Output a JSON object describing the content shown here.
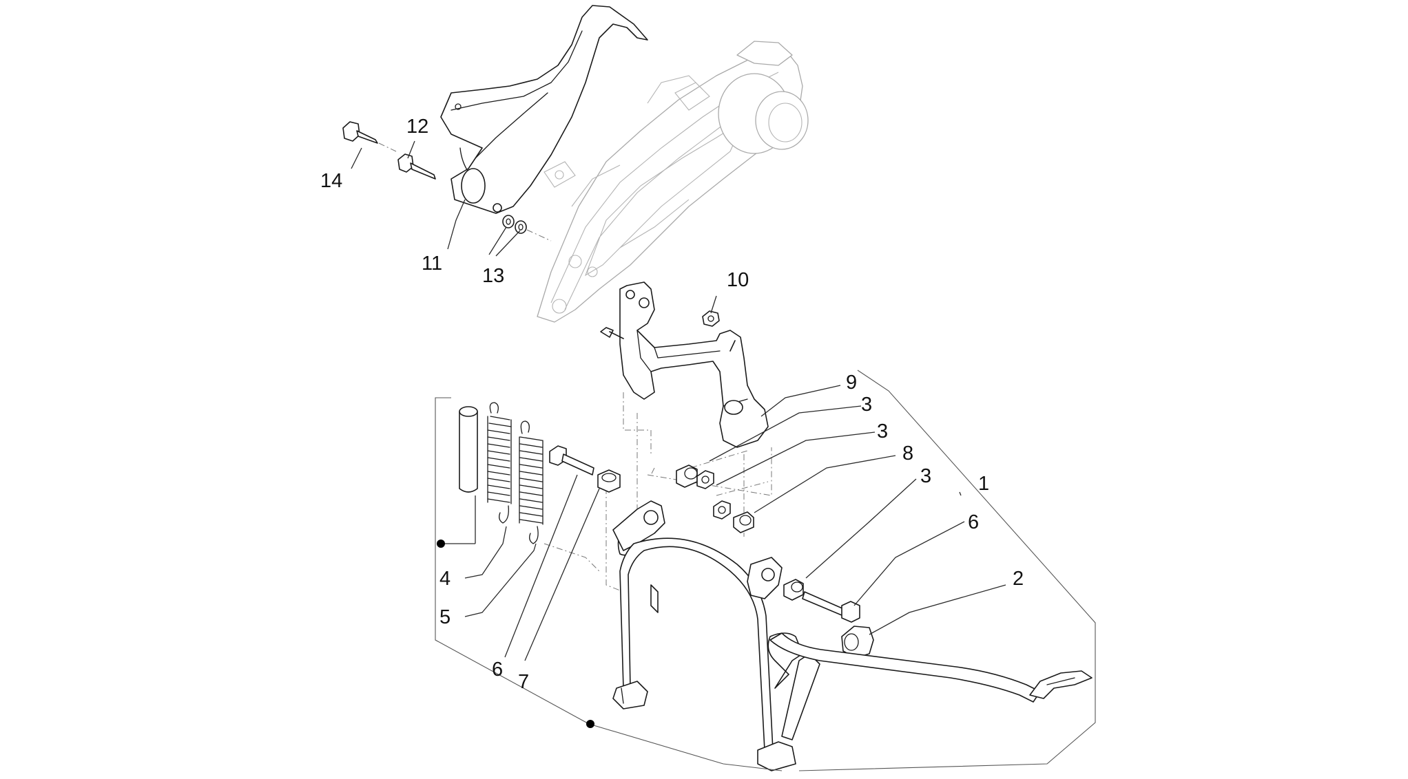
{
  "diagram": {
    "callouts": {
      "c1": "1",
      "c2": "2",
      "c3a": "3",
      "c3b": "3",
      "c3c": "3",
      "c4": "4",
      "c5": "5",
      "c6a": "6",
      "c6b": "6",
      "c7": "7",
      "c8": "8",
      "c9": "9",
      "c10": "10",
      "c11": "11",
      "c12": "12",
      "c13": "13",
      "c14": "14"
    },
    "colors": {
      "line": "#1a1a1a",
      "ghost": "#a9a9a9",
      "background": "#ffffff"
    }
  }
}
